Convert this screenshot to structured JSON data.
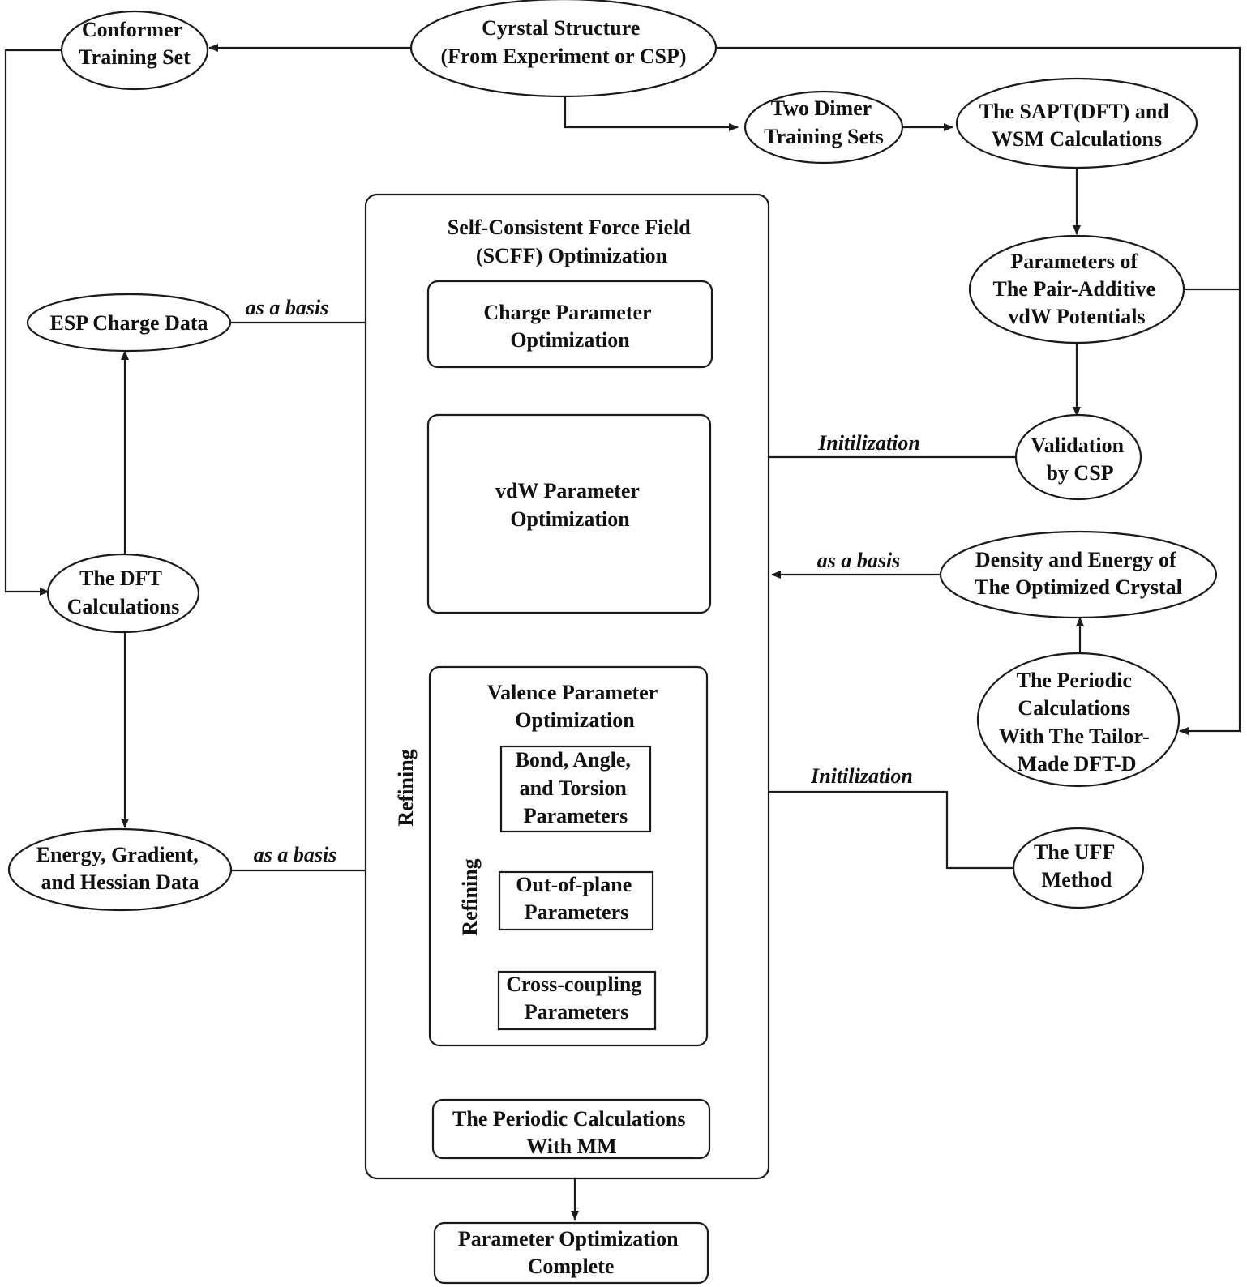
{
  "nodes": {
    "crystal_structure": [
      "Cyrstal Structure",
      "(From Experiment or CSP)"
    ],
    "conformer_training_set": [
      "Conformer",
      "Training Set"
    ],
    "two_dimer_training_sets": [
      "Two Dimer",
      "Training Sets"
    ],
    "sapt_wsm_calculations": [
      "The SAPT(DFT) and",
      "WSM Calculations"
    ],
    "pair_additive_parameters": [
      "Parameters of",
      "The Pair-Additive",
      "vdW Potentials"
    ],
    "validation_by_csp": [
      "Validation",
      "by CSP"
    ],
    "density_energy_crystal": [
      "Density and Energy of",
      "The Optimized Crystal"
    ],
    "periodic_dft_d": [
      "The Periodic",
      "Calculations",
      "With The Tailor-",
      "Made DFT-D"
    ],
    "uff_method": [
      "The UFF",
      "Method"
    ],
    "esp_charge_data": [
      "ESP Charge Data"
    ],
    "dft_calculations": [
      "The DFT",
      "Calculations"
    ],
    "energy_gradient_hessian": [
      "Energy, Gradient,",
      "and Hessian Data"
    ],
    "scff_title": [
      "Self-Consistent Force Field",
      "(SCFF) Optimization"
    ],
    "charge_param_opt": [
      "Charge Parameter",
      "Optimization"
    ],
    "vdw_param_opt": [
      "vdW Parameter",
      "Optimization"
    ],
    "valence_param_opt": [
      "Valence Parameter",
      "Optimization"
    ],
    "bond_angle_torsion": [
      "Bond, Angle,",
      "and Torsion",
      "Parameters"
    ],
    "out_of_plane": [
      "Out-of-plane",
      "Parameters"
    ],
    "cross_coupling": [
      "Cross-coupling",
      "Parameters"
    ],
    "periodic_mm": [
      "The Periodic Calculations",
      "With MM"
    ],
    "parameter_opt_complete": [
      "Parameter Optimization",
      "Complete"
    ]
  },
  "edge_labels": {
    "as_a_basis_esp": "as a basis",
    "as_a_basis_energy": "as a basis",
    "as_a_basis_density": "as a basis",
    "initialization_validation": "Initilization",
    "initialization_uff": "Initilization",
    "refining_outer": "Refining",
    "refining_inner": "Refining"
  }
}
